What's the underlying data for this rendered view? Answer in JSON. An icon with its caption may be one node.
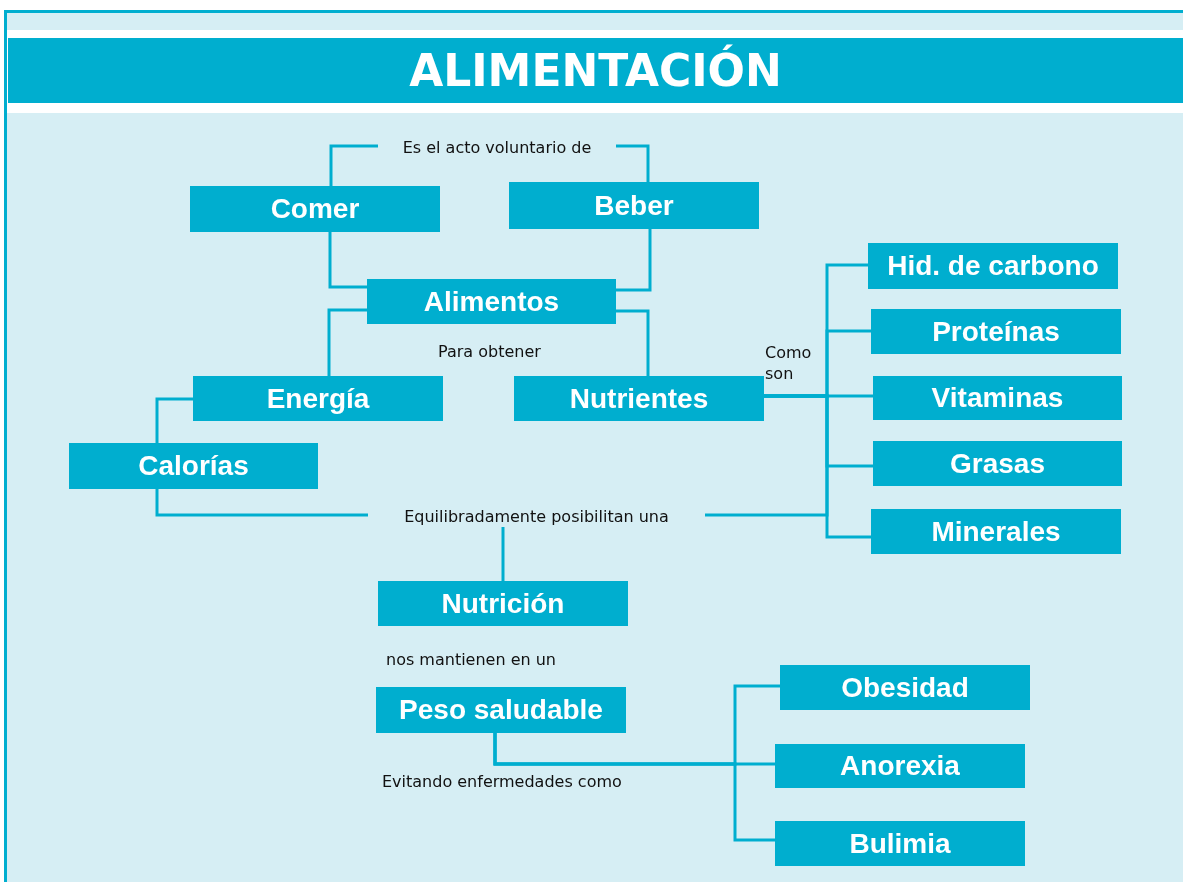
{
  "diagram": {
    "title": "ALIMENTACIÓN",
    "nodes": [
      {
        "text": [
          "Es el acto voluntario de"
        ]
      },
      {
        "text": [
          "Comer"
        ]
      },
      {
        "text": [
          "Beber"
        ]
      },
      {
        "text": [
          "Alimentos"
        ]
      },
      {
        "text": [
          "Energía"
        ]
      },
      {
        "text": [
          "Nutrientes"
        ]
      },
      {
        "text": [
          "Calorías"
        ]
      },
      {
        "text": [
          "Hid. de carbono"
        ]
      },
      {
        "text": [
          "Proteínas"
        ]
      },
      {
        "text": [
          "Vitaminas"
        ]
      },
      {
        "text": [
          "Grasas"
        ]
      },
      {
        "text": [
          "Minerales"
        ]
      },
      {
        "text": [
          "Equilibradamente posibilitan una"
        ]
      },
      {
        "text": [
          "Nutrición"
        ]
      },
      {
        "text": [
          "Peso saludable"
        ]
      },
      {
        "text": [
          "Obesidad"
        ]
      },
      {
        "text": [
          "Anorexia"
        ]
      },
      {
        "text": [
          "Bulimia"
        ]
      }
    ],
    "edges": [
      {
        "from": 0,
        "to": 1,
        "arrow": "none"
      },
      {
        "from": 0,
        "to": 2,
        "arrow": "none"
      },
      {
        "from": 1,
        "to": 3,
        "arrow": "none"
      },
      {
        "from": 2,
        "to": 3,
        "arrow": "none"
      },
      {
        "from": 3,
        "to": 4,
        "arrow": "none"
      },
      {
        "from": 3,
        "to": 5,
        "arrow": "none"
      },
      {
        "from": 4,
        "to": 6,
        "arrow": "none"
      },
      {
        "from": 5,
        "to": 7,
        "arrow": "none"
      },
      {
        "from": 5,
        "to": 8,
        "arrow": "none"
      },
      {
        "from": 5,
        "to": 9,
        "arrow": "none"
      },
      {
        "from": 5,
        "to": 10,
        "arrow": "none"
      },
      {
        "from": 5,
        "to": 11,
        "arrow": "none"
      },
      {
        "from": 6,
        "to": 12,
        "arrow": "none"
      },
      {
        "from": 5,
        "to": 12,
        "arrow": "none"
      },
      {
        "from": 12,
        "to": 13,
        "arrow": "none"
      },
      {
        "from": 14,
        "to": 15,
        "arrow": "none"
      },
      {
        "from": 14,
        "to": 16,
        "arrow": "none"
      },
      {
        "from": 14,
        "to": 17,
        "arrow": "none"
      }
    ],
    "labels": [
      "Para obtener",
      "Como son",
      "nos mantienen en un",
      "Evitando enfermedades como"
    ]
  }
}
